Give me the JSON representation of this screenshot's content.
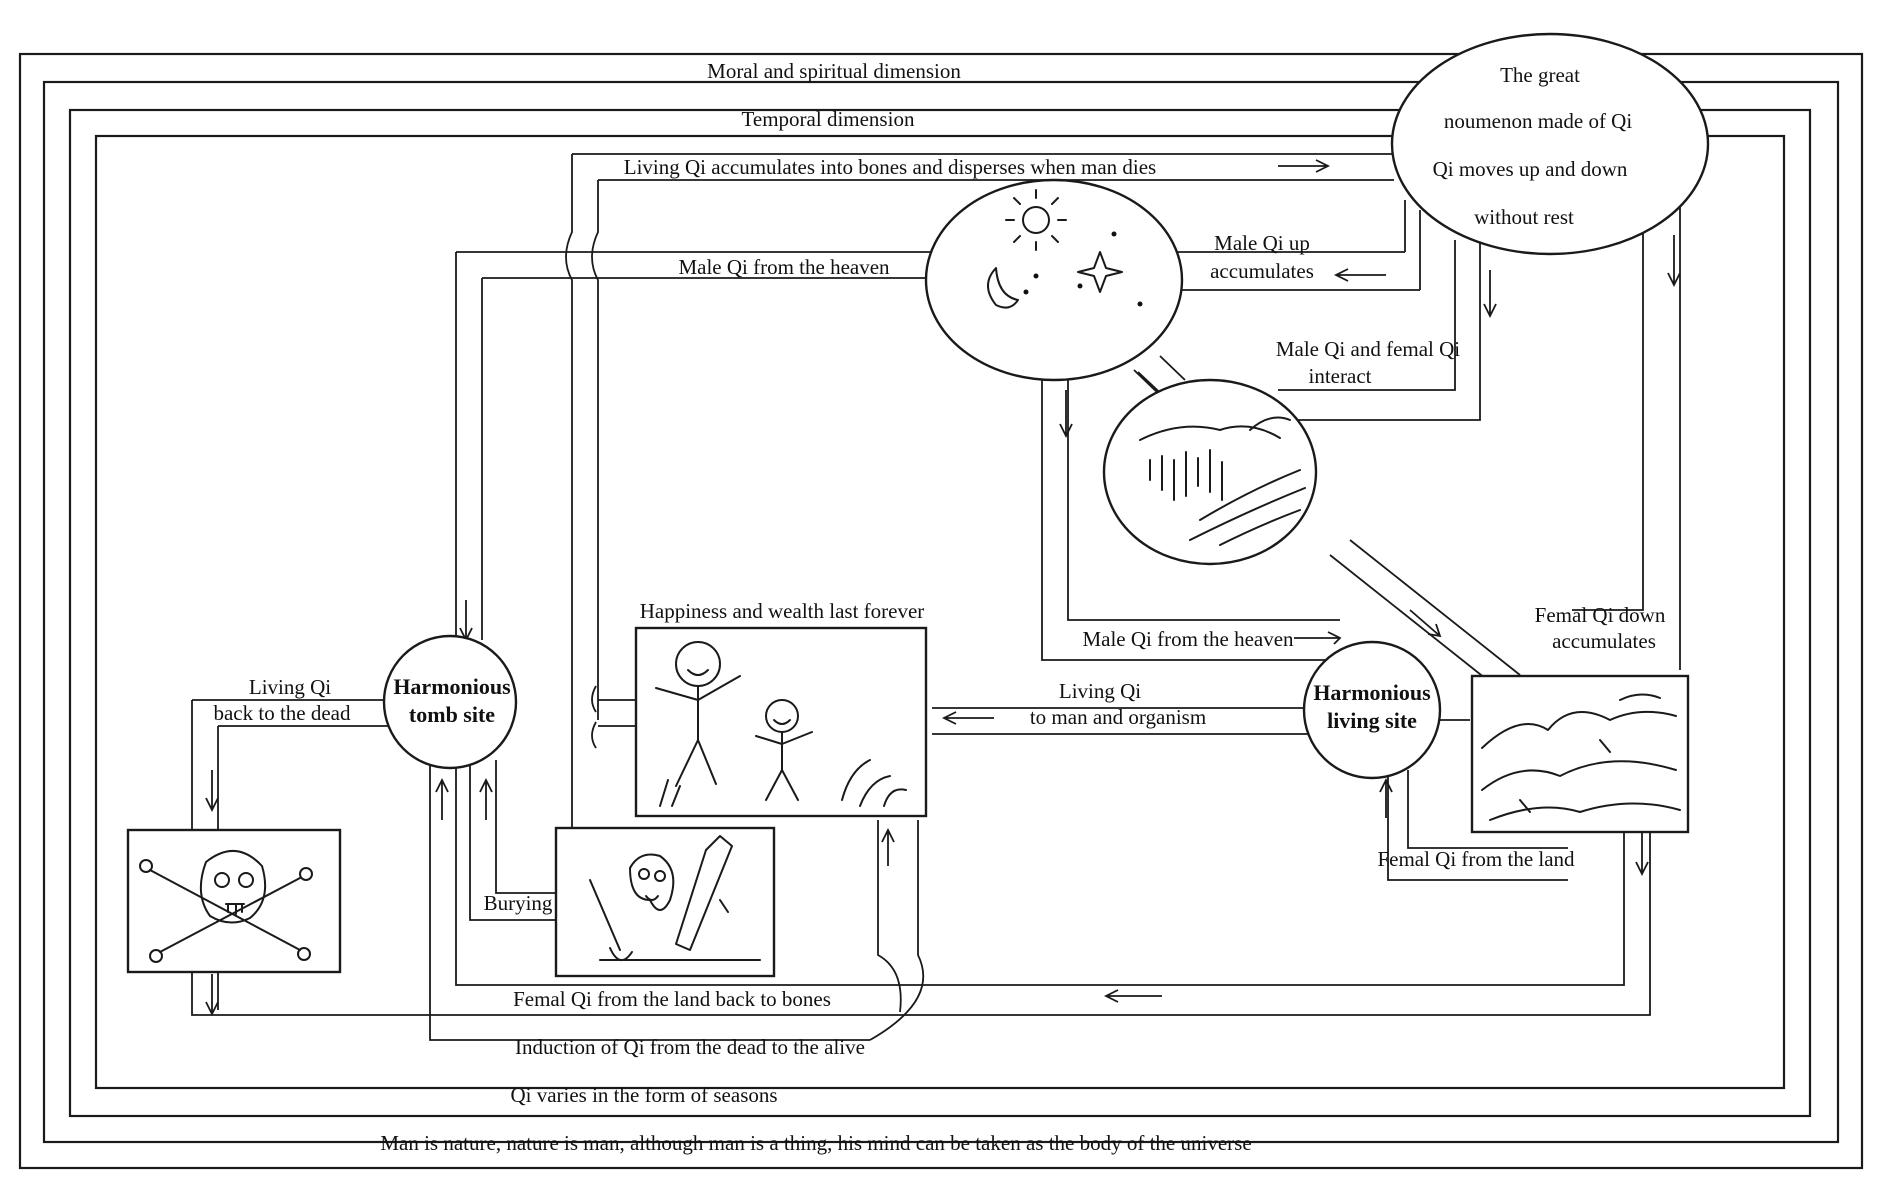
{
  "labels": {
    "moral": "Moral and spiritual dimension",
    "temporal": "Temporal dimension",
    "living_qi_bones": "Living Qi accumulates into bones and disperses when man dies",
    "male_qi_heaven_top": "Male Qi from the heaven",
    "male_qi_up_1": "Male Qi up",
    "male_qi_up_2": "accumulates",
    "interact_1": "Male  Qi and femal Qi",
    "interact_2": "interact",
    "happiness": "Happiness and wealth last forever",
    "male_qi_heaven_bottom": "Male Qi from the heaven",
    "femal_down_1": "Femal Qi down",
    "femal_down_2": "accumulates",
    "living_qi_man_1": "Living Qi",
    "living_qi_man_2": "to man and organism",
    "living_qi_dead_1": "Living Qi",
    "living_qi_dead_2": "back to  the dead",
    "burying": "Burying",
    "femal_land": "Femal Qi from the land",
    "femal_bones": "Femal Qi from the land back to bones",
    "induction": "Induction of Qi from the dead to the alive",
    "seasons": "Qi varies in the form of seasons",
    "man_nature": "Man is nature, nature is man, although man is a thing, his mind can be taken as the body of the universe"
  },
  "nodes": {
    "noumenon": [
      "The great",
      "noumenon  made of Qi",
      "Qi moves up and down",
      "without rest"
    ],
    "tomb": [
      "Harmonious",
      "tomb  site"
    ],
    "living": [
      "Harmonious",
      "living site"
    ]
  }
}
